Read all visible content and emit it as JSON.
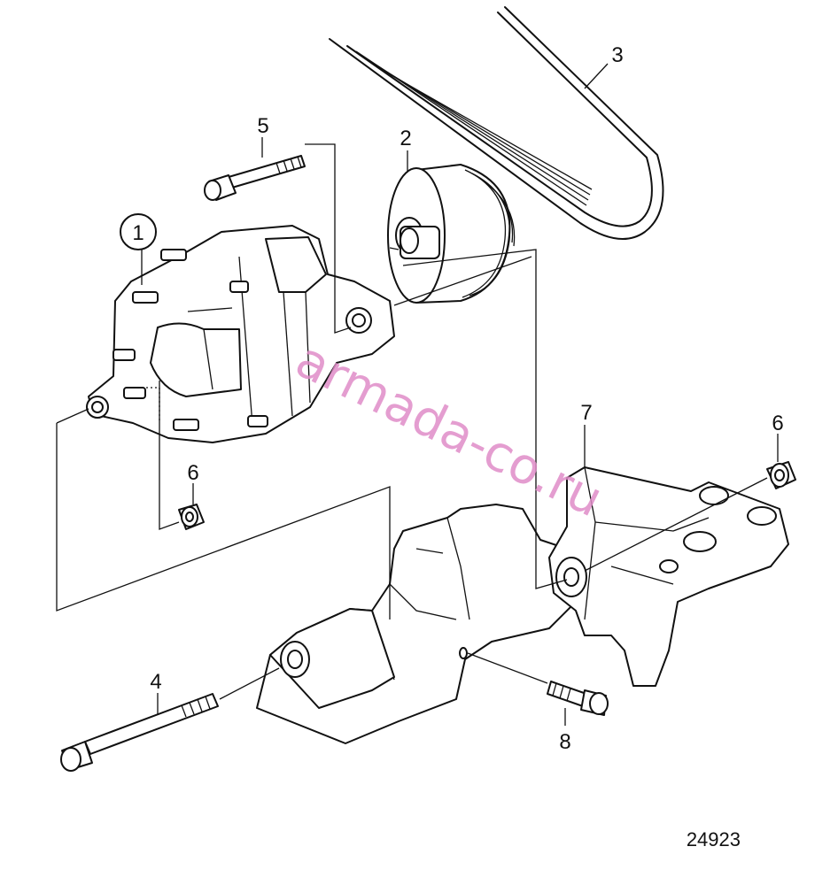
{
  "diagram": {
    "callouts": {
      "c1": "1",
      "c2": "2",
      "c3": "3",
      "c4": "4",
      "c5": "5",
      "c6a": "6",
      "c6b": "6",
      "c7": "7",
      "c8": "8"
    },
    "figure_number": "24923",
    "watermark": "armada-co.ru"
  },
  "colors": {
    "line": "#111111",
    "watermark": "#e08cc8",
    "background": "#ffffff"
  }
}
